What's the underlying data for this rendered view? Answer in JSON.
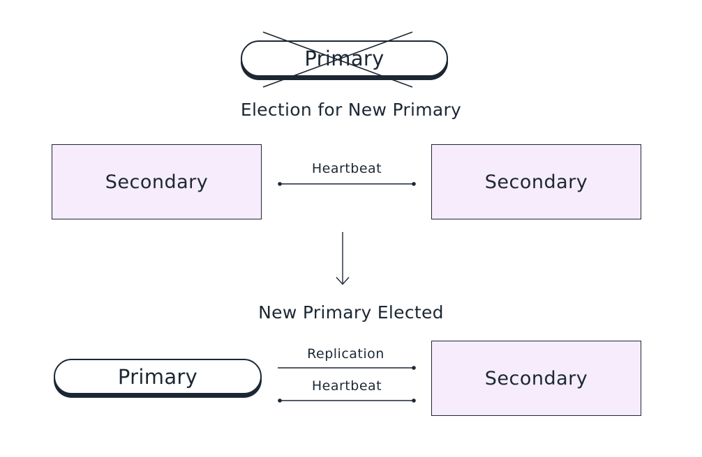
{
  "failed_primary": {
    "label": "Primary",
    "status": "failed"
  },
  "stage1": {
    "heading": "Election for New Primary",
    "left_node": "Secondary",
    "right_node": "Secondary",
    "link_label": "Heartbeat"
  },
  "stage2": {
    "heading": "New Primary Elected",
    "primary_node": "Primary",
    "secondary_node": "Secondary",
    "replication_label": "Replication",
    "heartbeat_label": "Heartbeat"
  },
  "colors": {
    "stroke": "#1c2733",
    "node_fill": "#f6ecfb",
    "pill_fill": "#ffffff"
  }
}
